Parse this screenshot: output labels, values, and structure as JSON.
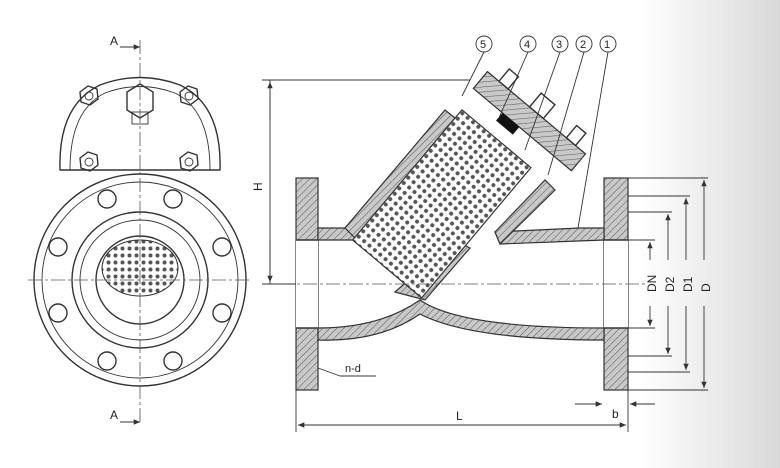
{
  "section_label": "A",
  "dimensions": {
    "H": "H",
    "L": "L",
    "b": "b",
    "DN": "DN",
    "D2": "D2",
    "D1": "D1",
    "D": "D",
    "nd": "n-d"
  },
  "balloons": [
    "5",
    "4",
    "3",
    "2",
    "1"
  ]
}
